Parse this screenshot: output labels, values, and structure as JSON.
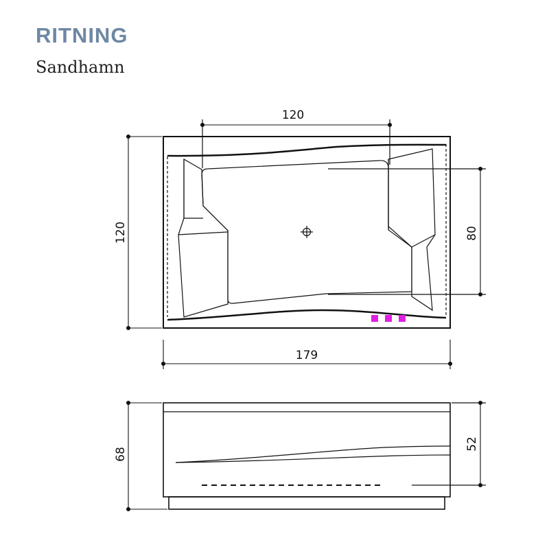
{
  "header": {
    "title": "RITNING",
    "subtitle": "Sandhamn"
  },
  "top_view": {
    "dimensions": {
      "inner_width": "120",
      "depth": "120",
      "inner_depth": "80",
      "length": "179"
    },
    "control_buttons": {
      "count": 3,
      "color": "#e020e0"
    }
  },
  "side_view": {
    "dimensions": {
      "height": "68",
      "inner_height": "52"
    }
  },
  "colors": {
    "title": "#6e88a4",
    "line": "#111111",
    "buttons": "#e020e0"
  }
}
